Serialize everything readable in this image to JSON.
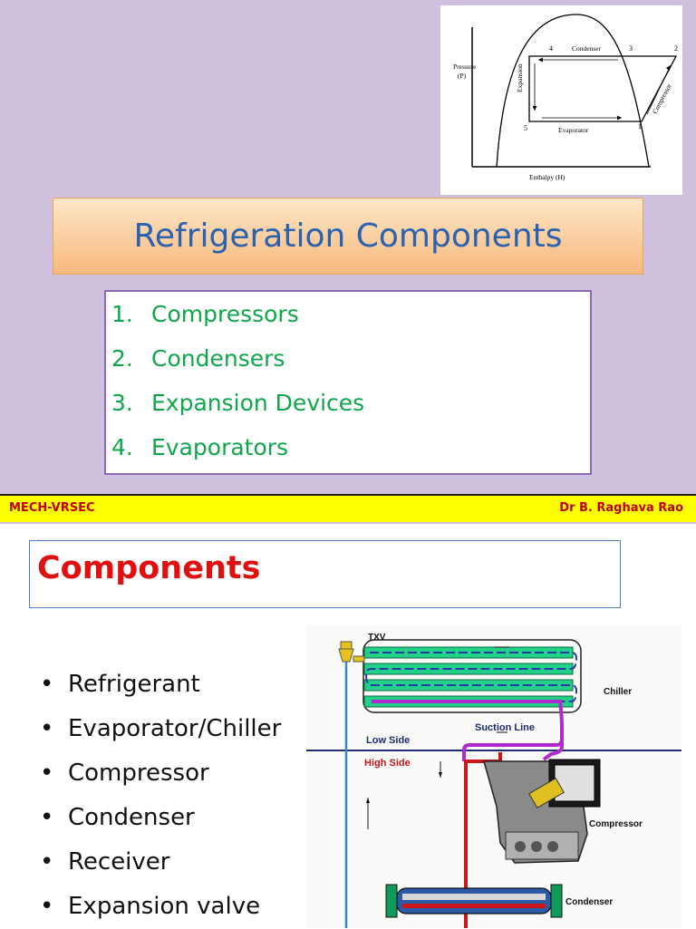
{
  "slide1": {
    "diagram": {
      "pressure_label": "Pressure",
      "pressure_symbol": "(P)",
      "enthalpy_label": "Enthalpy (H)",
      "condenser": "Condenser",
      "evaporator": "Evaporator",
      "expansion": "Expansion",
      "compressor": "Compressor",
      "points": [
        "1",
        "2",
        "3",
        "4",
        "5"
      ]
    },
    "title": "Refrigeration Components",
    "items": [
      {
        "num": "1.",
        "label": "Compressors"
      },
      {
        "num": "2.",
        "label": "Condensers"
      },
      {
        "num": "3.",
        "label": "Expansion Devices"
      },
      {
        "num": "4.",
        "label": "Evaporators"
      }
    ],
    "footer": {
      "left": "MECH-VRSEC",
      "right": "Dr B. Raghava Rao"
    }
  },
  "slide2": {
    "title": "Components",
    "bullets": [
      "Refrigerant",
      "Evaporator/Chiller",
      "Compressor",
      "Condenser",
      "Receiver",
      "Expansion valve"
    ],
    "schematic": {
      "txv": "TXV",
      "chiller": "Chiller",
      "suction_line": "Suction Line",
      "low_side": "Low Side",
      "high_side": "High Side",
      "compressor": "Compressor",
      "condenser": "Condenser"
    }
  },
  "colors": {
    "slide_bg": "#cfc0dd",
    "title_text": "#2a62b1",
    "list_text": "#10a64b",
    "footer_bg": "#ffff00",
    "footer_text": "#c00000",
    "components_title": "#e01010"
  }
}
